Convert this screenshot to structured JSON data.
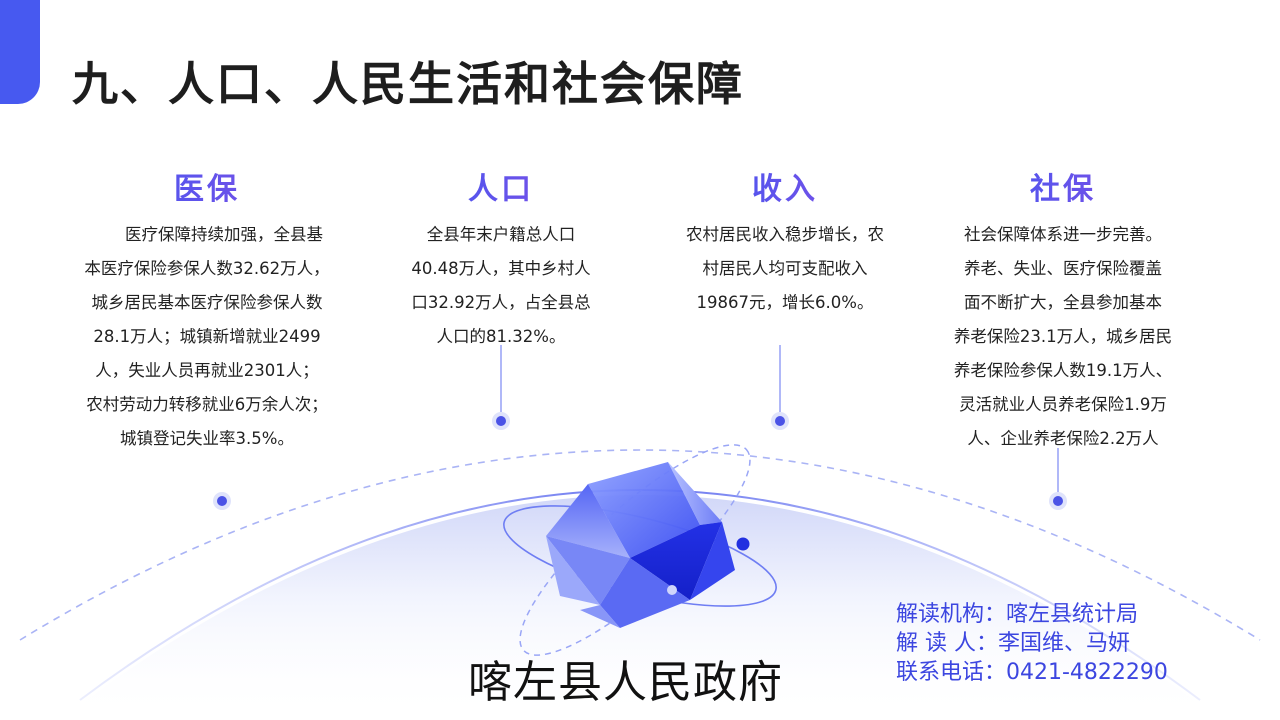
{
  "page": {
    "title": "九、人口、人民生活和社会保障"
  },
  "colors": {
    "accent": "#4759f0",
    "heading_start": "#3a57f2",
    "heading_end": "#8a4fe4",
    "text": "#222222",
    "credits": "#3c46e0"
  },
  "columns": [
    {
      "heading": "医保",
      "lines": [
        "医疗保障持续加强，全县基",
        "本医疗保险参保人数32.62万人，",
        "城乡居民基本医疗保险参保人数",
        "28.1万人；城镇新增就业2499",
        "人，失业人员再就业2301人；",
        "农村劳动力转移就业6万余人次；",
        "城镇登记失业率3.5%。"
      ]
    },
    {
      "heading": "人口",
      "lines": [
        "全县年末户籍总人口",
        "40.48万人，其中乡村人",
        "口32.92万人，占全县总",
        "人口的81.32%。"
      ]
    },
    {
      "heading": "收入",
      "lines": [
        "农村居民收入稳步增长，农",
        "村居民人均可支配收入",
        "19867元，增长6.0%。"
      ]
    },
    {
      "heading": "社保",
      "lines": [
        "社会保障体系进一步完善。",
        "养老、失业、医疗保险覆盖",
        "面不断扩大，全县参加基本",
        "养老保险23.1万人，城乡居民",
        "养老保险参保人数19.1万人、",
        "灵活就业人员养老保险1.9万",
        "人、企业养老保险2.2万人"
      ]
    }
  ],
  "footer": {
    "org_name": "喀左县人民政府",
    "credits": [
      "解读机构：喀左县统计局",
      "解 读 人：李国维、马妍",
      "联系电话：0421-4822290"
    ]
  }
}
